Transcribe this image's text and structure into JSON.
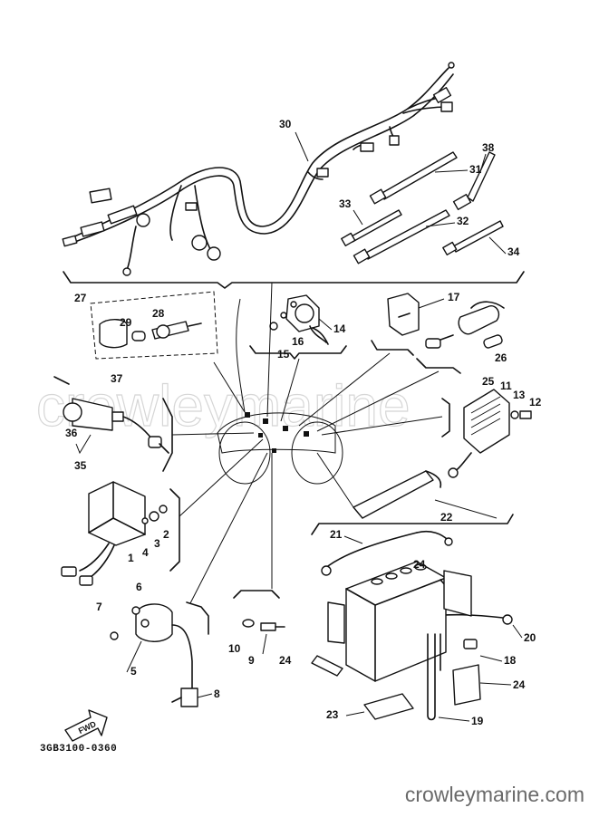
{
  "diagram": {
    "part_code": "3GB3100-0360",
    "watermark": "crowleymarine",
    "site": "crowleymarine.com",
    "fwd_label": "FWD",
    "callouts": [
      "1",
      "2",
      "3",
      "4",
      "5",
      "6",
      "7",
      "8",
      "9",
      "10",
      "11",
      "12",
      "13",
      "14",
      "15",
      "16",
      "17",
      "18",
      "19",
      "20",
      "21",
      "22",
      "23",
      "24",
      "24",
      "24",
      "25",
      "26",
      "27",
      "28",
      "29",
      "30",
      "31",
      "32",
      "33",
      "34",
      "35",
      "36",
      "37",
      "38"
    ]
  }
}
